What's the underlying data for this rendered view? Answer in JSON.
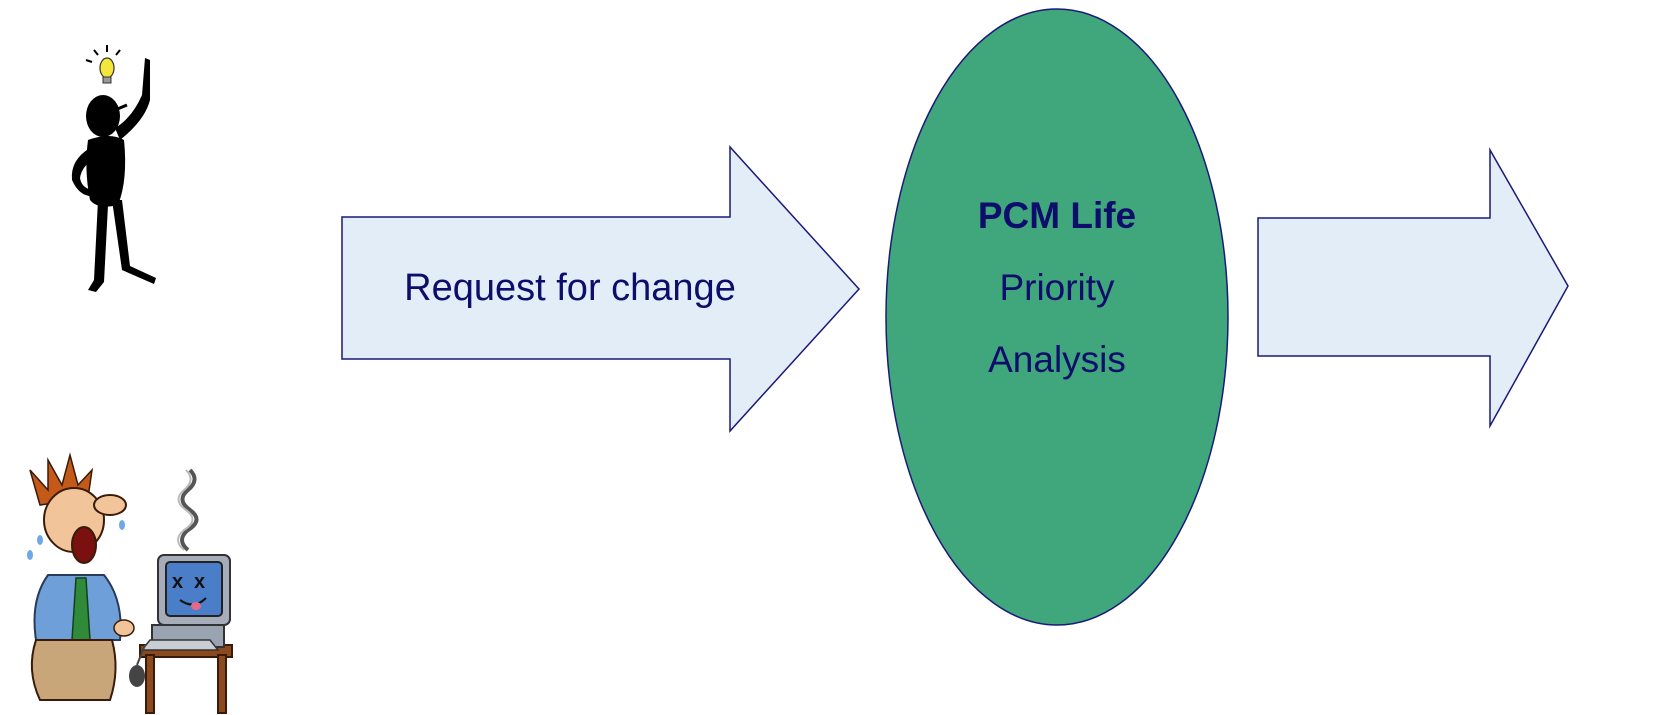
{
  "arrow_in": {
    "label": "Request for change"
  },
  "process": {
    "title": "PCM Life",
    "line1": "Priority",
    "line2": "Analysis"
  },
  "colors": {
    "arrow_fill": "#e3edf8",
    "stroke": "#1a1a7a",
    "text": "#0d0d6b",
    "ellipse_fill": "#40a67b",
    "bulb": "#f5e63a"
  },
  "icons": {
    "idea_person": "idea-person-icon",
    "frustrated_user": "frustrated-computer-user-icon"
  }
}
